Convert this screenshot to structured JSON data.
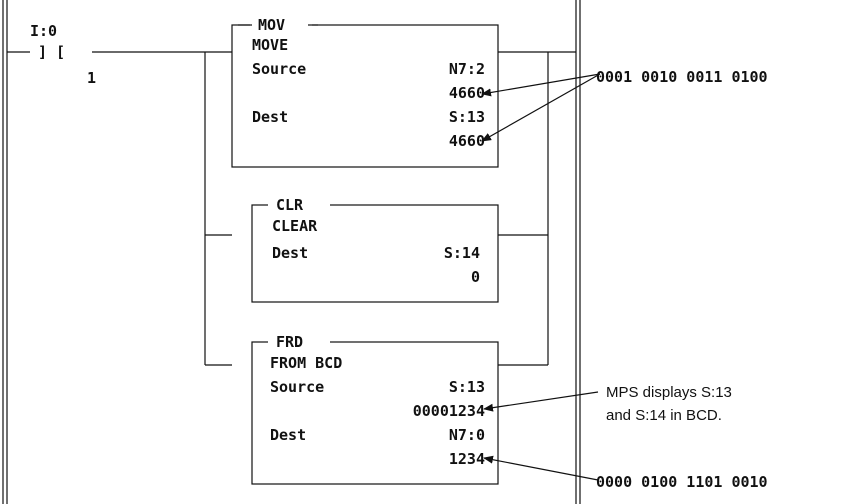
{
  "contact": {
    "address": "I:0",
    "symbol_left": "] [",
    "bit": "1"
  },
  "mov": {
    "tag": "MOV",
    "title": "MOVE",
    "source_label": "Source",
    "source_addr": "N7:2",
    "source_val": "4660",
    "dest_label": "Dest",
    "dest_addr": "S:13",
    "dest_val": "4660"
  },
  "clr": {
    "tag": "CLR",
    "title": "CLEAR",
    "dest_label": "Dest",
    "dest_addr": "S:14",
    "dest_val": "0"
  },
  "frd": {
    "tag": "FRD",
    "title": "FROM BCD",
    "source_label": "Source",
    "source_addr": "S:13",
    "source_val": "00001234",
    "dest_label": "Dest",
    "dest_addr": "N7:0",
    "dest_val": "1234"
  },
  "annotations": {
    "binary_top": "0001 0010 0011 0100",
    "note_line1": "MPS displays S:13",
    "note_line2": "and S:14 in BCD.",
    "binary_bottom": "0000 0100 1101 0010"
  },
  "colors": {
    "ink": "#111111",
    "background": "#ffffff"
  }
}
